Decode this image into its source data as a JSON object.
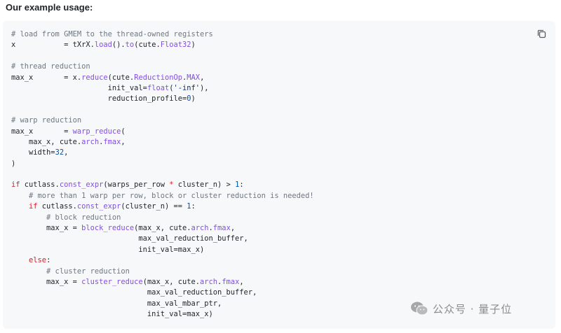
{
  "heading": "Our example usage:",
  "colors": {
    "comment": "#6e7781",
    "keyword": "#cf222e",
    "func": "#8250df",
    "number": "#0550ae",
    "string": "#0a3069",
    "plain": "#1f2328",
    "code_bg": "#f6f8fa"
  },
  "copy_icon": "copy-icon",
  "watermark": {
    "icon": "wechat-icon",
    "text": "公众号 · 量子位"
  },
  "code_lines": [
    [
      [
        "comment",
        "# load from GMEM to the thread-owned registers"
      ]
    ],
    [
      [
        "plain",
        "x           = tXrX."
      ],
      [
        "func",
        "load"
      ],
      [
        "plain",
        "()."
      ],
      [
        "func",
        "to"
      ],
      [
        "plain",
        "(cute."
      ],
      [
        "func",
        "Float32"
      ],
      [
        "plain",
        ")"
      ]
    ],
    [],
    [
      [
        "comment",
        "# thread reduction"
      ]
    ],
    [
      [
        "plain",
        "max_x       = x."
      ],
      [
        "func",
        "reduce"
      ],
      [
        "plain",
        "(cute."
      ],
      [
        "func",
        "ReductionOp"
      ],
      [
        "plain",
        "."
      ],
      [
        "func",
        "MAX"
      ],
      [
        "plain",
        ","
      ]
    ],
    [
      [
        "plain",
        "                      init_val="
      ],
      [
        "func",
        "float"
      ],
      [
        "plain",
        "("
      ],
      [
        "string",
        "'-inf'"
      ],
      [
        "plain",
        "),"
      ]
    ],
    [
      [
        "plain",
        "                      reduction_profile="
      ],
      [
        "number",
        "0"
      ],
      [
        "plain",
        ")"
      ]
    ],
    [],
    [
      [
        "comment",
        "# warp reduction"
      ]
    ],
    [
      [
        "plain",
        "max_x       = "
      ],
      [
        "func",
        "warp_reduce"
      ],
      [
        "plain",
        "("
      ]
    ],
    [
      [
        "plain",
        "    max_x, cute."
      ],
      [
        "func",
        "arch"
      ],
      [
        "plain",
        "."
      ],
      [
        "func",
        "fmax"
      ],
      [
        "plain",
        ","
      ]
    ],
    [
      [
        "plain",
        "    width="
      ],
      [
        "number",
        "32"
      ],
      [
        "plain",
        ","
      ]
    ],
    [
      [
        "plain",
        ")"
      ]
    ],
    [],
    [
      [
        "keyword",
        "if"
      ],
      [
        "plain",
        " cutlass."
      ],
      [
        "func",
        "const_expr"
      ],
      [
        "plain",
        "(warps_per_row "
      ],
      [
        "keyword",
        "*"
      ],
      [
        "plain",
        " cluster_n) > "
      ],
      [
        "number",
        "1"
      ],
      [
        "plain",
        ":"
      ]
    ],
    [
      [
        "comment",
        "    # more than 1 warp per row, block or cluster reduction is needed!"
      ]
    ],
    [
      [
        "plain",
        "    "
      ],
      [
        "keyword",
        "if"
      ],
      [
        "plain",
        " cutlass."
      ],
      [
        "func",
        "const_expr"
      ],
      [
        "plain",
        "(cluster_n) == "
      ],
      [
        "number",
        "1"
      ],
      [
        "plain",
        ":"
      ]
    ],
    [
      [
        "comment",
        "        # block reduction"
      ]
    ],
    [
      [
        "plain",
        "        max_x = "
      ],
      [
        "func",
        "block_reduce"
      ],
      [
        "plain",
        "(max_x, cute."
      ],
      [
        "func",
        "arch"
      ],
      [
        "plain",
        "."
      ],
      [
        "func",
        "fmax"
      ],
      [
        "plain",
        ","
      ]
    ],
    [
      [
        "plain",
        "                             max_val_reduction_buffer,"
      ]
    ],
    [
      [
        "plain",
        "                             init_val=max_x)"
      ]
    ],
    [
      [
        "plain",
        "    "
      ],
      [
        "keyword",
        "else"
      ],
      [
        "plain",
        ":"
      ]
    ],
    [
      [
        "comment",
        "        # cluster reduction"
      ]
    ],
    [
      [
        "plain",
        "        max_x = "
      ],
      [
        "func",
        "cluster_reduce"
      ],
      [
        "plain",
        "(max_x, cute."
      ],
      [
        "func",
        "arch"
      ],
      [
        "plain",
        "."
      ],
      [
        "func",
        "fmax"
      ],
      [
        "plain",
        ","
      ]
    ],
    [
      [
        "plain",
        "                               max_val_reduction_buffer,"
      ]
    ],
    [
      [
        "plain",
        "                               max_val_mbar_ptr,"
      ]
    ],
    [
      [
        "plain",
        "                               init_val=max_x)"
      ]
    ]
  ]
}
